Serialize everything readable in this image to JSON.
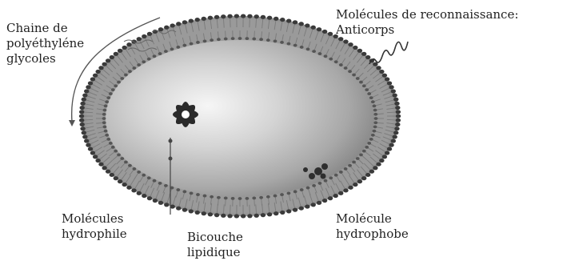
{
  "labels": {
    "peg": [
      "Chaine de",
      "polyéthyléne",
      "glycoles"
    ],
    "antibody": [
      "Molécules de reconnaissance:",
      "Anticorps"
    ],
    "hydrophilic": [
      "Molécules",
      "hydrophile"
    ],
    "bilayer": [
      "Bicouche",
      "lipidique"
    ],
    "hydrophobic": [
      "Molécule",
      "hydrophobe"
    ]
  },
  "colors": {
    "core_inner": "#f3f3f3",
    "core_outer": "#8a8a8a",
    "lipid_head": "#3a3a3a",
    "text": "#222222"
  },
  "icons": {
    "drug": "star-molecule-icon",
    "antibody": "antibody-squiggle-icon"
  }
}
